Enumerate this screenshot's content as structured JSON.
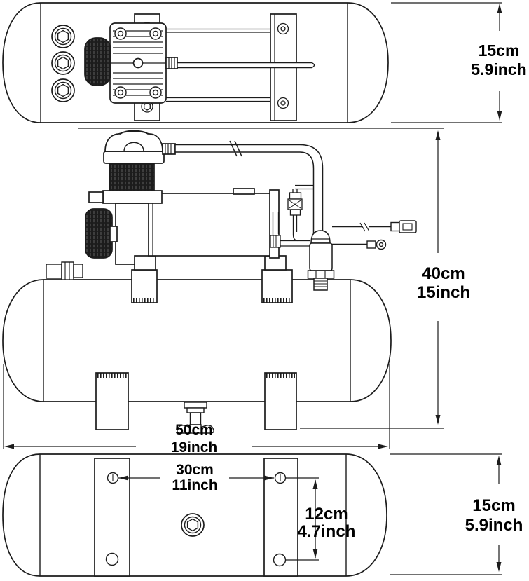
{
  "page": {
    "background_color": "#ffffff",
    "line_color": "#1c1c1c",
    "text_color": "#000000",
    "description": "Three-view dimension drawing of an air compressor mounted on a horizontal air tank"
  },
  "labels": {
    "top_height": {
      "cm": "15cm",
      "inch": "5.9inch"
    },
    "overall_height": {
      "cm": "40cm",
      "inch": "15inch"
    },
    "tank_length": {
      "cm": "50cm",
      "inch": "19inch"
    },
    "hole_spacing_horizontal": {
      "cm": "30cm",
      "inch": "11inch"
    },
    "hole_spacing_vertical": {
      "cm": "12cm",
      "inch": "4.7inch"
    },
    "bottom_height": {
      "cm": "15cm",
      "inch": "5.9inch"
    }
  }
}
